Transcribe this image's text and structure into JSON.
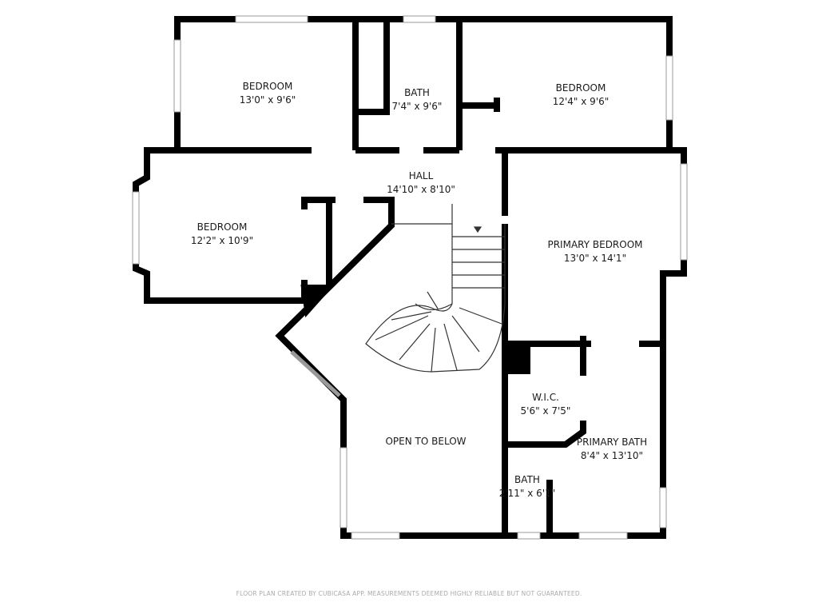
{
  "rooms": [
    {
      "name": "BEDROOM",
      "dims": "13'0\" x 9'6\""
    },
    {
      "name": "BATH",
      "dims": "7'4\" x 9'6\""
    },
    {
      "name": "BEDROOM",
      "dims": "12'4\" x 9'6\""
    },
    {
      "name": "HALL",
      "dims": "14'10\" x 8'10\""
    },
    {
      "name": "BEDROOM",
      "dims": "12'2\" x 10'9\""
    },
    {
      "name": "PRIMARY BEDROOM",
      "dims": "13'0\" x 14'1\""
    },
    {
      "name": "W.I.C.",
      "dims": "5'6\" x 7'5\""
    },
    {
      "name": "PRIMARY BATH",
      "dims": "8'4\" x 13'10\""
    },
    {
      "name": "OPEN TO BELOW",
      "dims": ""
    },
    {
      "name": "BATH",
      "dims": "2'11\" x 6'1\""
    }
  ],
  "footer": "FLOOR PLAN CREATED BY CUBICASA APP. MEASUREMENTS DEEMED HIGHLY RELIABLE BUT NOT GUARANTEED.",
  "colors": {
    "wall": "#000000",
    "footer": "#aaaaaa"
  }
}
